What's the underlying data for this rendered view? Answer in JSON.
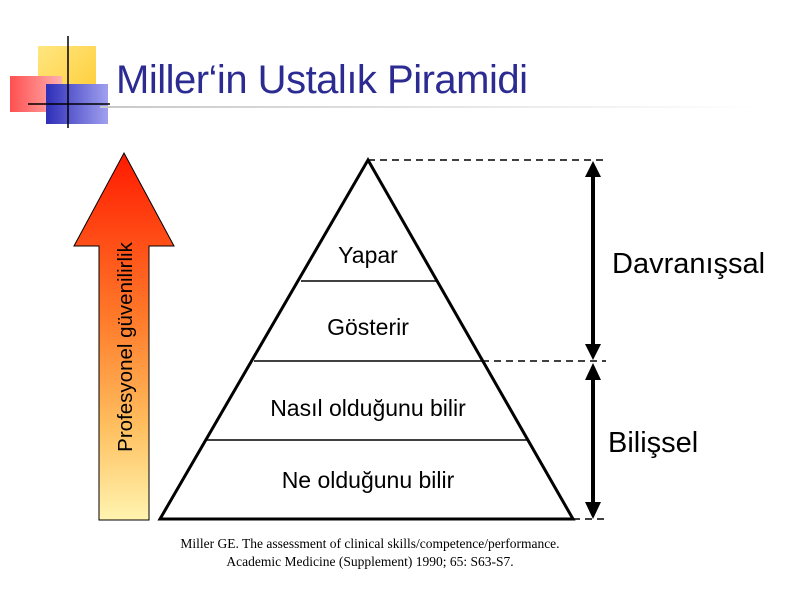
{
  "title": "Miller‘in Ustalık Piramidi",
  "arrow_label": "Profesyonel güvenilirlik",
  "pyramid": {
    "levels": [
      {
        "label": "Yapar"
      },
      {
        "label": "Gösterir"
      },
      {
        "label": "Nasıl olduğunu bilir"
      },
      {
        "label": "Ne olduğunu bilir"
      }
    ]
  },
  "groups": {
    "behavioral": "Davranışsal",
    "cognitive": "Bilişsel"
  },
  "citation": {
    "line1": "Miller GE. The assessment of clinical skills/competence/performance.",
    "line2": "Academic Medicine (Supplement) 1990; 65: S63-S7."
  },
  "colors": {
    "title": "#2b2b92",
    "arrow_top": "#ff1a00",
    "arrow_mid": "#ff9a33",
    "arrow_bottom": "#fff0a0",
    "logo_yellow": "#ffd84a",
    "logo_red": "#f06a6a",
    "logo_blue": "#3636c0"
  }
}
